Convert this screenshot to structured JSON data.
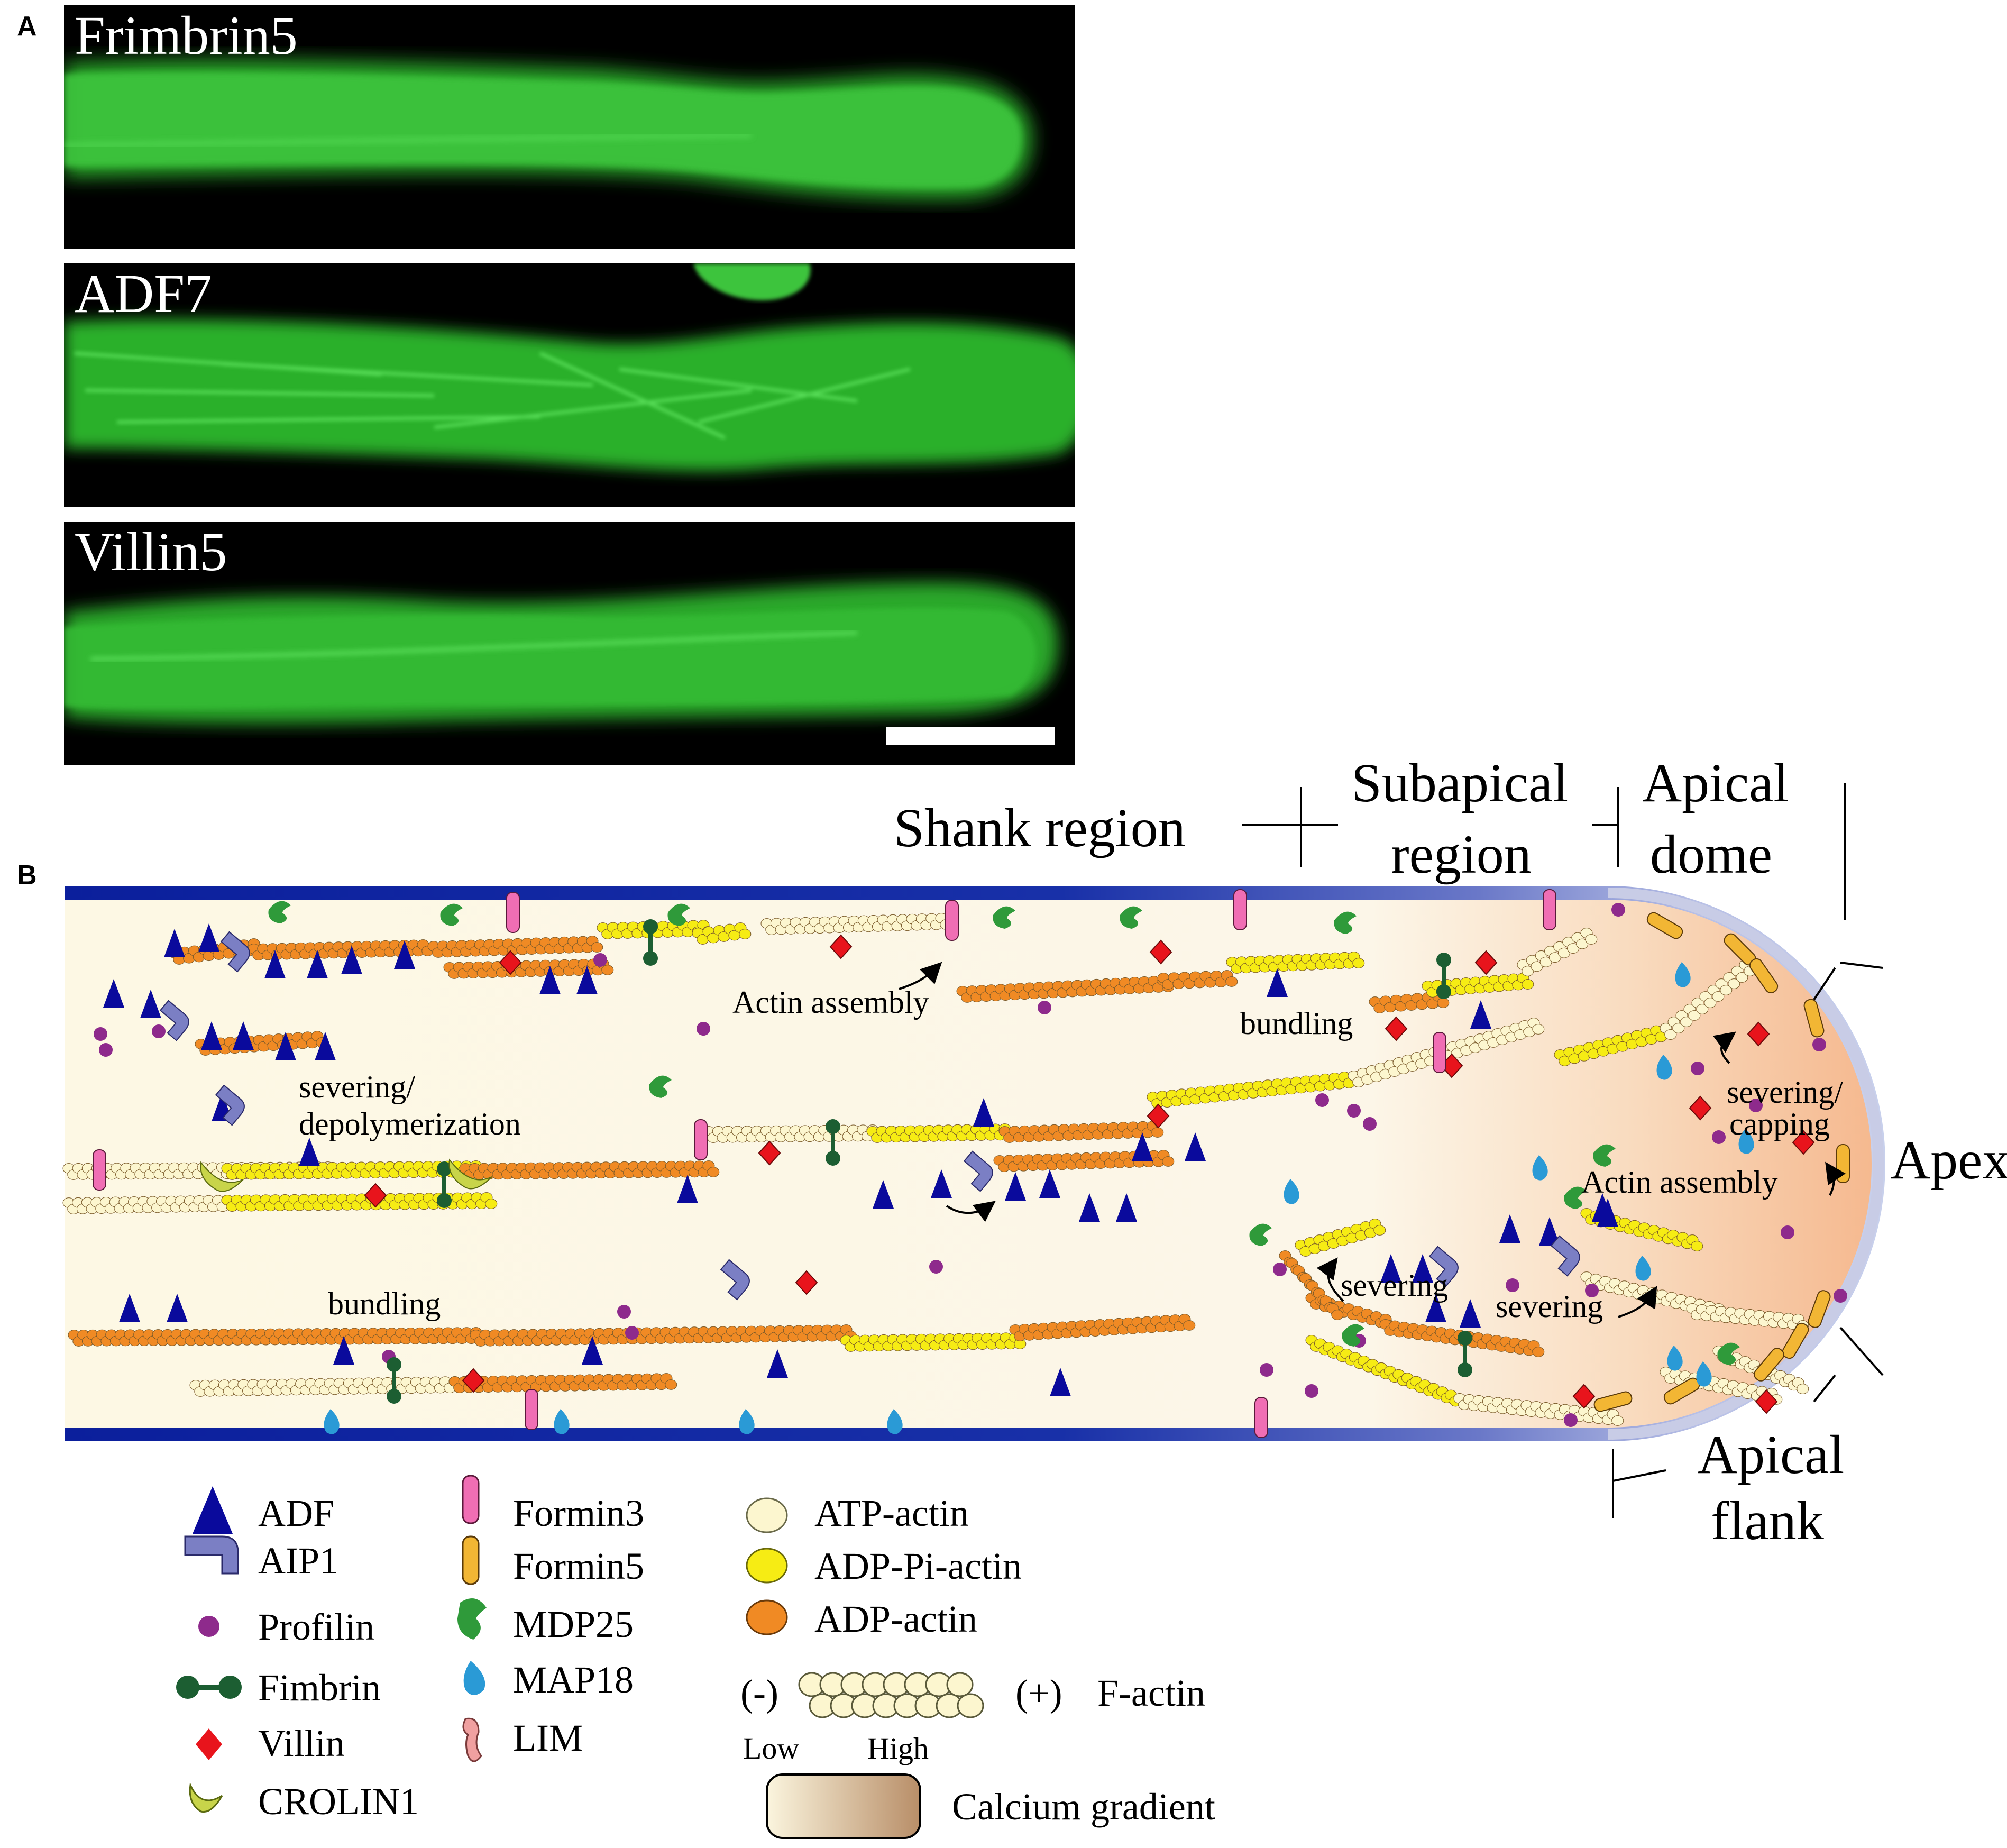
{
  "panel_a": {
    "letter": "A",
    "images": [
      {
        "label": "Frimbrin5"
      },
      {
        "label": "ADF7"
      },
      {
        "label": "Villin5"
      }
    ]
  },
  "panel_b": {
    "letter": "B",
    "regions": {
      "shank": "Shank region",
      "subapical_line1": "Subapical",
      "subapical_line2": "region",
      "apical_dome_line1": "Apical",
      "apical_dome_line2": "dome",
      "apex": "Apex",
      "apical_flank_line1": "Apical",
      "apical_flank_line2": "flank"
    },
    "annotations": {
      "actin_assembly_1": "Actin assembly",
      "bundling_1": "bundling",
      "severing_depoly_line1": "severing/",
      "severing_depoly_line2": "depolymerization",
      "bundling_2": "bundling",
      "severing_1": "severing",
      "severing_2": "severing",
      "severing_capping_line1": "severing/",
      "severing_capping_line2": "capping",
      "actin_assembly_2": "Actin assembly"
    },
    "legend": {
      "col1": [
        "ADF",
        "AIP1",
        "Profilin",
        "Fimbrin",
        "Villin",
        "CROLIN1"
      ],
      "col2": [
        "Formin3",
        "Formin5",
        "MDP25",
        "MAP18",
        "LIM"
      ],
      "col3": [
        "ATP-actin",
        "ADP-Pi-actin",
        "ADP-actin"
      ],
      "factin_minus": "(-)",
      "factin_plus": "(+)",
      "factin_label": "F-actin",
      "gradient_low": "Low",
      "gradient_high": "High",
      "gradient_label": "Calcium gradient"
    },
    "colors": {
      "adf": "#0a0a9c",
      "aip1": "#7b7fc4",
      "profilin": "#8e2a8c",
      "fimbrin": "#1c5e32",
      "villin": "#e8141c",
      "crolin1": "#c8d44a",
      "formin3": "#f06eb4",
      "formin5": "#f2b634",
      "mdp25": "#2f9a3a",
      "map18": "#2a9ad6",
      "lim": "#f0a0a0",
      "atp_actin": "#fcf6cf",
      "adp_pi_actin": "#f6ec14",
      "adp_actin": "#f08a24",
      "membrane": "#1428a0",
      "tip_gradient": "#f6c6a0"
    }
  }
}
